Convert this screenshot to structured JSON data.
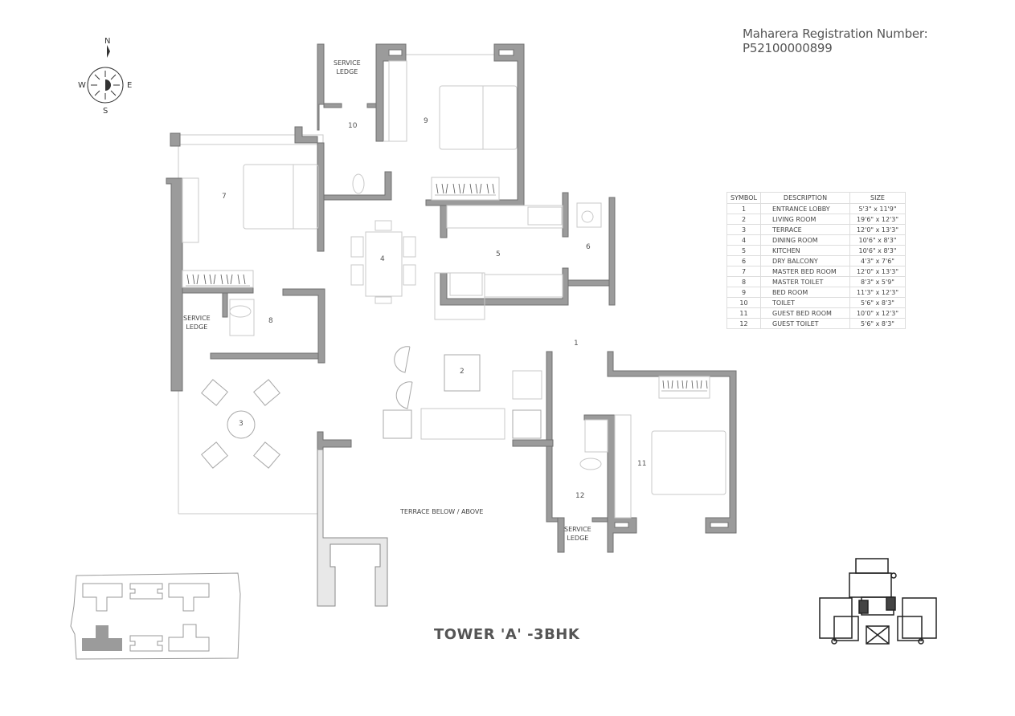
{
  "header": {
    "registration": "Maharera Registration Number: P52100000899"
  },
  "title": "TOWER 'A' -3BHK",
  "compass": {
    "n": "N",
    "s": "S",
    "e": "E",
    "w": "W"
  },
  "legend": {
    "headers": [
      "SYMBOL",
      "DESCRIPTION",
      "SIZE"
    ],
    "rows": [
      {
        "symbol": "1",
        "description": "ENTRANCE LOBBY",
        "size": "5'3\" x 11'9\""
      },
      {
        "symbol": "2",
        "description": "LIVING ROOM",
        "size": "19'6\" x 12'3\""
      },
      {
        "symbol": "3",
        "description": "TERRACE",
        "size": "12'0\" x 13'3\""
      },
      {
        "symbol": "4",
        "description": "DINING ROOM",
        "size": "10'6\" x 8'3\""
      },
      {
        "symbol": "5",
        "description": "KITCHEN",
        "size": "10'6\" x 8'3\""
      },
      {
        "symbol": "6",
        "description": "DRY BALCONY",
        "size": "4'3\" x 7'6\""
      },
      {
        "symbol": "7",
        "description": "MASTER BED ROOM",
        "size": "12'0\" x 13'3\""
      },
      {
        "symbol": "8",
        "description": "MASTER TOILET",
        "size": "8'3\" x 5'9\""
      },
      {
        "symbol": "9",
        "description": "BED ROOM",
        "size": "11'3\" x 12'3\""
      },
      {
        "symbol": "10",
        "description": "TOILET",
        "size": "5'6\" x 8'3\""
      },
      {
        "symbol": "11",
        "description": "GUEST BED ROOM",
        "size": "10'0\" x 12'3\""
      },
      {
        "symbol": "12",
        "description": "GUEST TOILET",
        "size": "5'6\" x 8'3\""
      }
    ]
  },
  "plan": {
    "labels": {
      "service_ledge_top": "SERVICE\nLEDGE",
      "service_ledge_left": "SERVICE\nLEDGE",
      "service_ledge_bottom": "SERVICE\nLEDGE",
      "terrace_below": "TERRACE BELOW / ABOVE"
    },
    "room_numbers": [
      "1",
      "2",
      "3",
      "4",
      "5",
      "6",
      "7",
      "8",
      "9",
      "10",
      "11",
      "12"
    ],
    "wall_color": "#9b9b9b",
    "wall_stroke": "#6e6e6e",
    "highlight_tower_color": "#9b9b9b"
  }
}
